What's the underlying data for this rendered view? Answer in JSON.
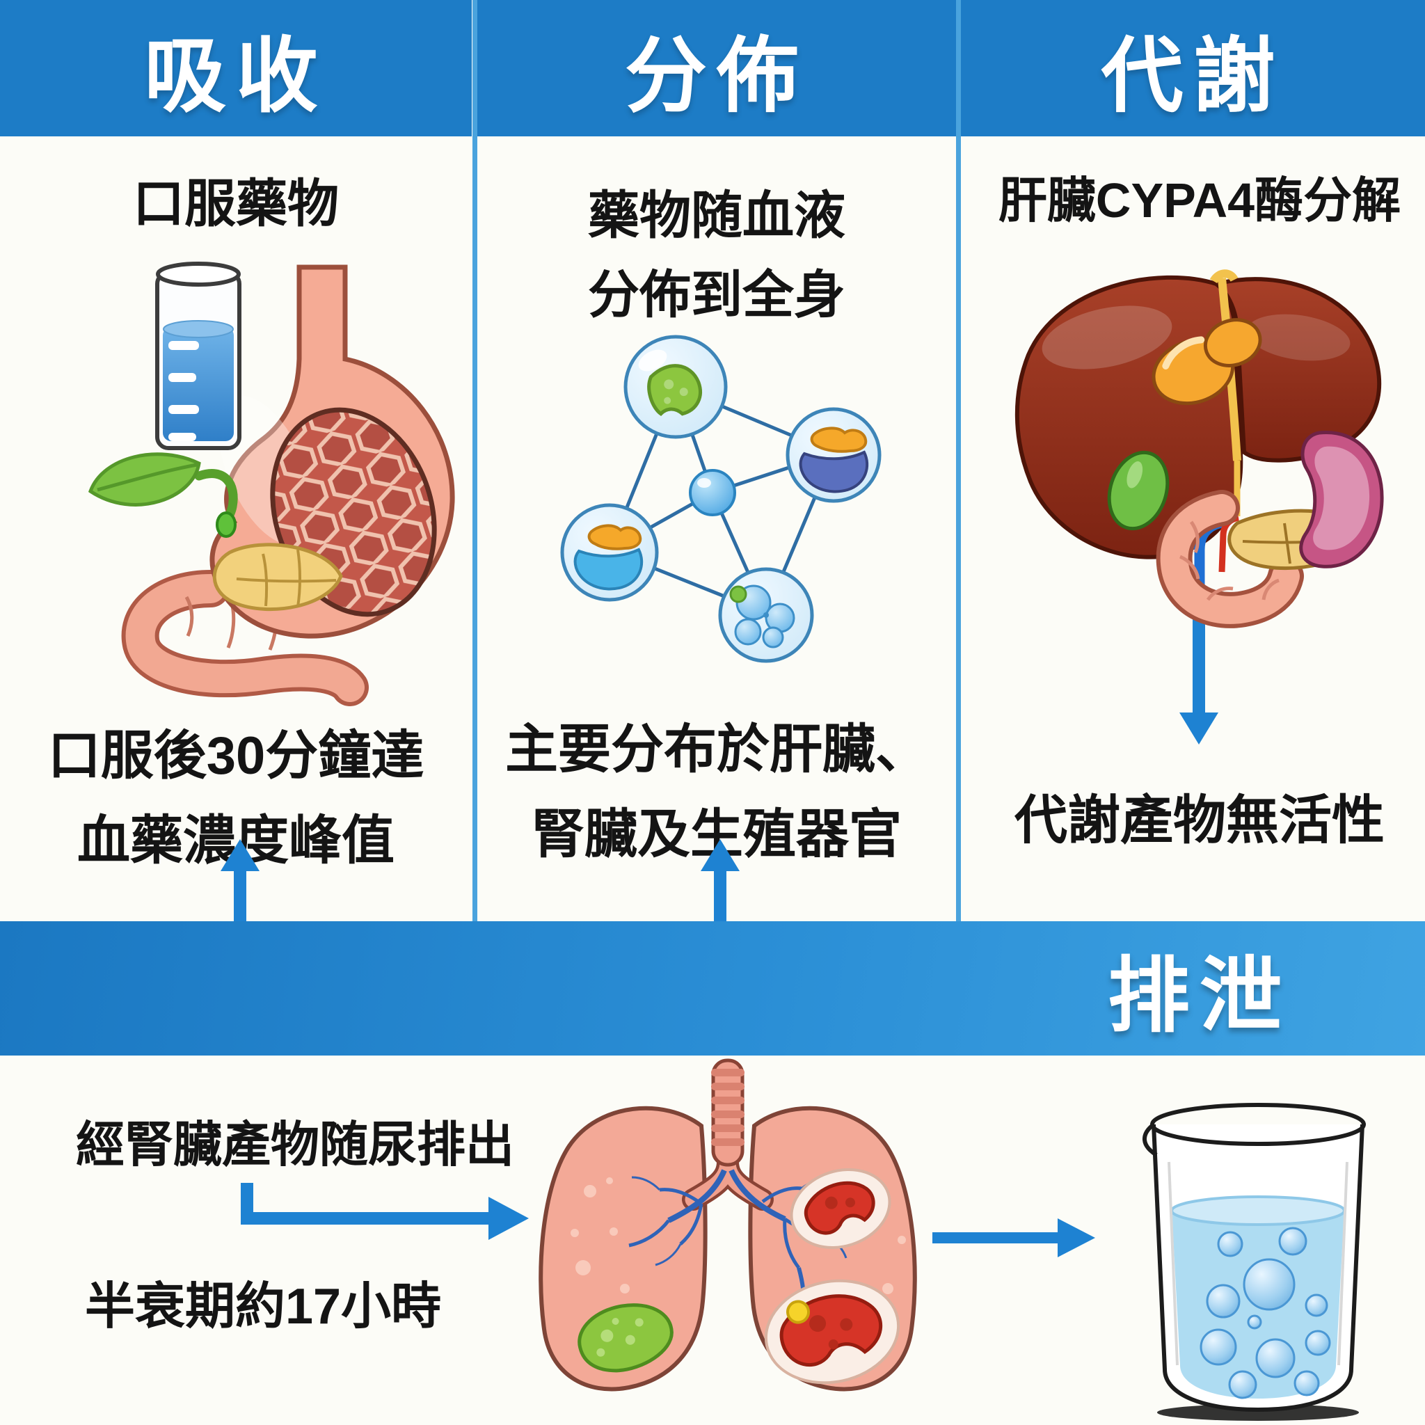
{
  "headers": {
    "absorption": "吸收",
    "distribution": "分佈",
    "metabolism": "代謝",
    "excretion": "排泄"
  },
  "absorption": {
    "subtitle": "口服藥物",
    "note_line1": "口服後30分鐘達",
    "note_line2": "血藥濃度峰值"
  },
  "distribution": {
    "subtitle_line1": "藥物随血液",
    "subtitle_line2": "分佈到全身",
    "note_line1": "主要分布於肝臟、",
    "note_line2": "腎臟及生殖器官"
  },
  "metabolism": {
    "subtitle": "肝臟CYPA4酶分解",
    "note": "代謝產物無活性"
  },
  "excretion": {
    "kidney_note": "經腎臟產物随尿排出",
    "half_life": "半衰期約17小時"
  },
  "illustrations": {
    "absorption": "stomach-oral-drug-illustration",
    "distribution": "cell-network-illustration",
    "metabolism": "liver-organs-illustration",
    "excretion_center": "lungs-kidneys-illustration",
    "excretion_right": "beaker-with-bubbles-icon"
  },
  "colors": {
    "header_blue": "#1d7cc6",
    "band_blue_left": "#1b78c2",
    "band_blue_right": "#3fa3e2",
    "divider_blue": "#4aa3dd",
    "arrow_blue": "#1e82d2",
    "text_black": "#141414",
    "background": "#fcfcf7"
  }
}
